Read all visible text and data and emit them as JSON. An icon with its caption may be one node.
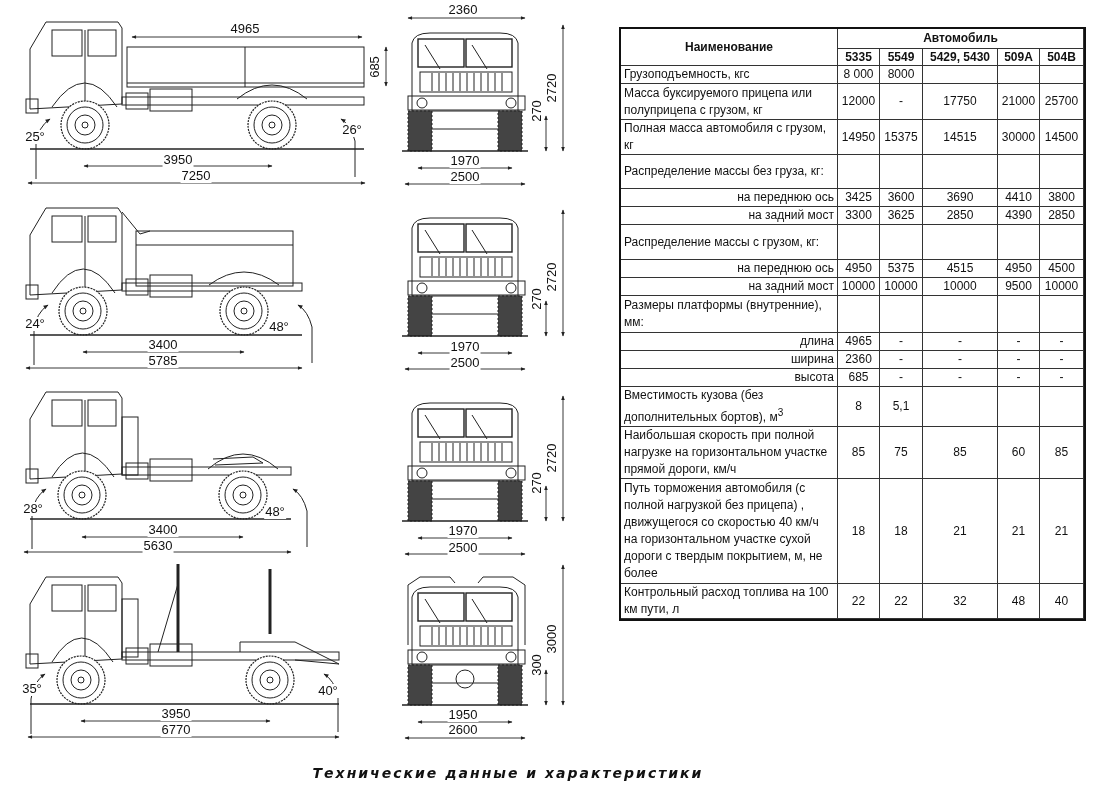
{
  "diagram": {
    "title": "Технические данные и характеристики",
    "labels": [
      "4965",
      "685",
      "25°",
      "26°",
      "3950",
      "7250",
      "2360",
      "2720",
      "270",
      "1970",
      "2500",
      "24°",
      "48°",
      "3400",
      "5785",
      "2720",
      "270",
      "1970",
      "2500",
      "28°",
      "48°",
      "3400",
      "5630",
      "2720",
      "270",
      "1970",
      "2500",
      "35°",
      "40°",
      "3950",
      "6770",
      "3000",
      "300",
      "1950",
      "2600",
      "Наименование",
      "Автомобиль",
      "5335",
      "5549",
      "5429, 5430",
      "509А",
      "504В",
      "Грузоподъемность, кгс",
      "8 000",
      "8000",
      "Масса буксируемого прицепа или полуприцепа с грузом, кг",
      "12000",
      "-",
      "17750",
      "21000",
      "25700",
      "Полная масса автомобиля с грузом, кг",
      "14950",
      "15375",
      "14515",
      "30000",
      "14500",
      "Распределение массы без груза, кг:",
      "на переднюю ось",
      "3425",
      "3600",
      "3690",
      "4410",
      "3800",
      "на задний мост",
      "3300",
      "3625",
      "2850",
      "4390",
      "2850",
      "Распределение массы с грузом, кг:",
      "на переднюю ось",
      "4950",
      "5375",
      "4515",
      "4950",
      "4500",
      "на задний мост",
      "10000",
      "10000",
      "10000",
      "9500",
      "10000",
      "Размеры платформы (внутренние), мм:",
      "длина",
      "4965",
      "-",
      "-",
      "-",
      "-",
      "ширина",
      "2360",
      "-",
      "-",
      "-",
      "-",
      "высота",
      "685",
      "-",
      "-",
      "-",
      "-",
      "Вместимость кузова (без дополнительных бортов), м$^{3}$",
      "8",
      "5,1",
      "Наибольшая скорость при полной нагрузке на горизонтальном участке прямой дороги, км/ч",
      "85",
      "75",
      "85",
      "60",
      "85",
      "Путь торможения автомобиля (с полной нагрузкой без прицепа) , движущегося со скоростью 40 км/ч на горизонтальном участке сухой дороги с твердым покрытием, м, не более",
      "18",
      "18",
      "21",
      "21",
      "21",
      "Контрольный расход топлива на 100 км пути, л",
      "22",
      "22",
      "32",
      "48",
      "40"
    ]
  }
}
